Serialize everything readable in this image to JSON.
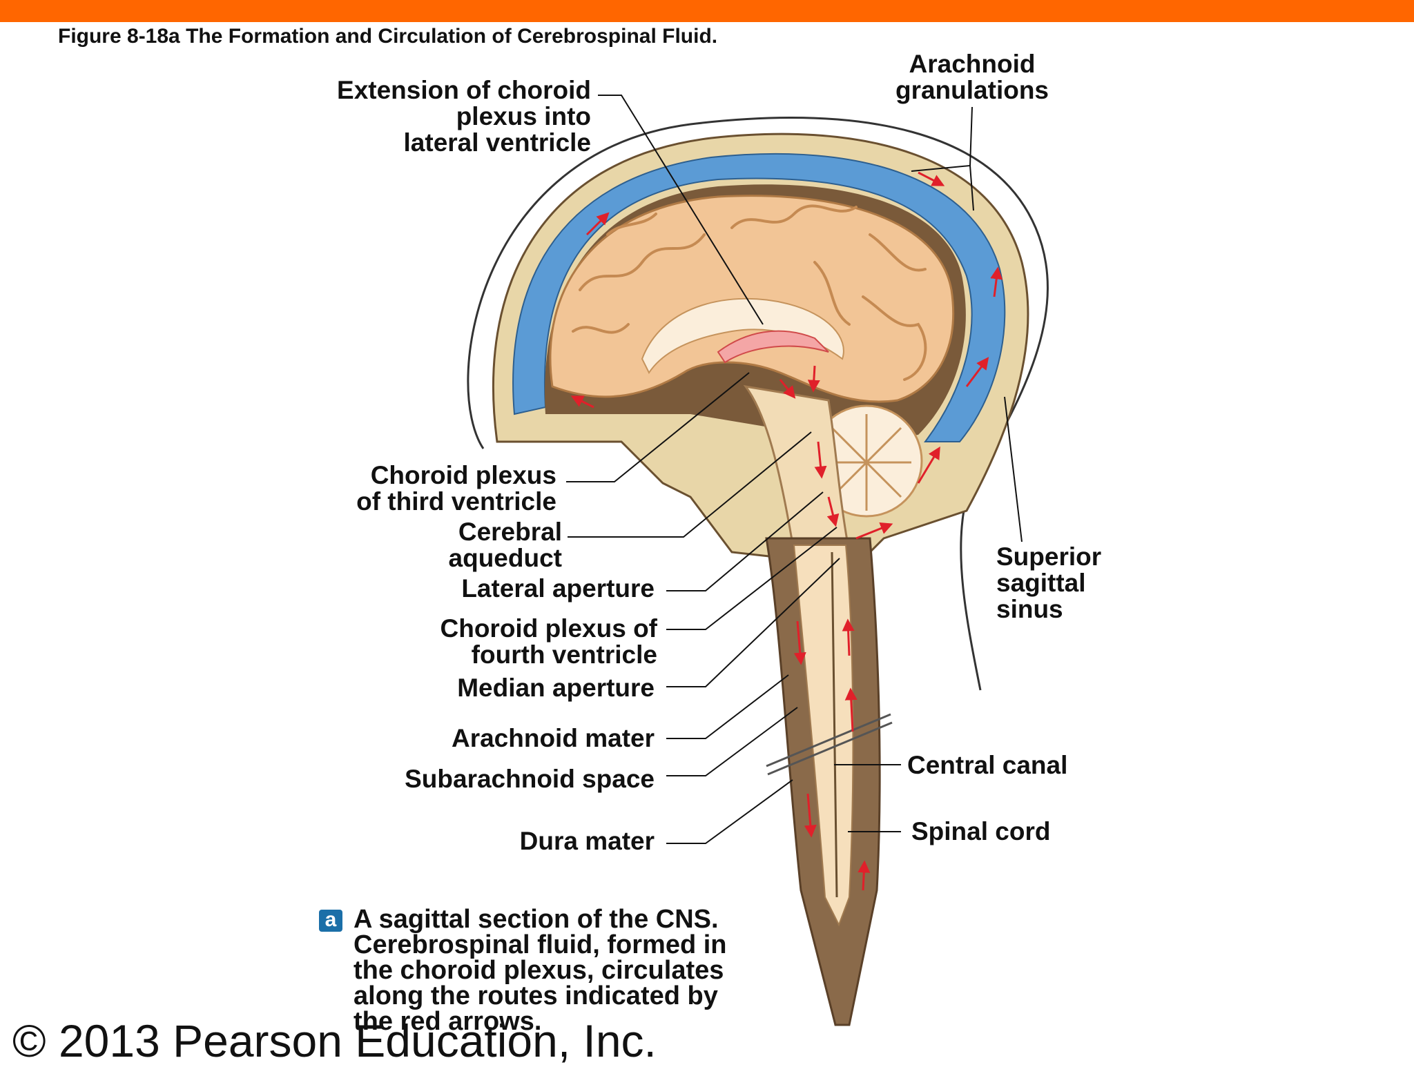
{
  "figure": {
    "title": "Figure 8-18a  The Formation and Circulation of Cerebrospinal Fluid.",
    "part_letter": "a",
    "caption_lines": [
      "A sagittal section of the CNS.",
      "Cerebrospinal fluid, formed in",
      "the choroid plexus, circulates",
      "along the routes indicated by",
      "the red arrows."
    ],
    "copyright": "© 2013 Pearson Education, Inc."
  },
  "labels": {
    "extension_choroid": [
      "Extension of choroid",
      "plexus into",
      "lateral ventricle"
    ],
    "arachnoid_granulations": [
      "Arachnoid",
      "granulations"
    ],
    "choroid_third": [
      "Choroid plexus",
      "of third ventricle"
    ],
    "cerebral_aqueduct": [
      "Cerebral",
      "aqueduct"
    ],
    "lateral_aperture": [
      "Lateral aperture"
    ],
    "choroid_fourth": [
      "Choroid plexus of",
      "fourth ventricle"
    ],
    "median_aperture": [
      "Median aperture"
    ],
    "arachnoid_mater": [
      "Arachnoid mater"
    ],
    "subarachnoid_space": [
      "Subarachnoid space"
    ],
    "dura_mater": [
      "Dura mater"
    ],
    "superior_sagittal_sinus": [
      "Superior",
      "sagittal",
      "sinus"
    ],
    "central_canal": [
      "Central canal"
    ],
    "spinal_cord": [
      "Spinal cord"
    ]
  },
  "colors": {
    "top_bar": "#ff6600",
    "csf_arrows": "#e0202a",
    "sinus_blue": "#5b9bd5",
    "brain_tissue": "#f2c596",
    "dura_brown": "#8a6a4a",
    "badge": "#1b6fa8"
  }
}
